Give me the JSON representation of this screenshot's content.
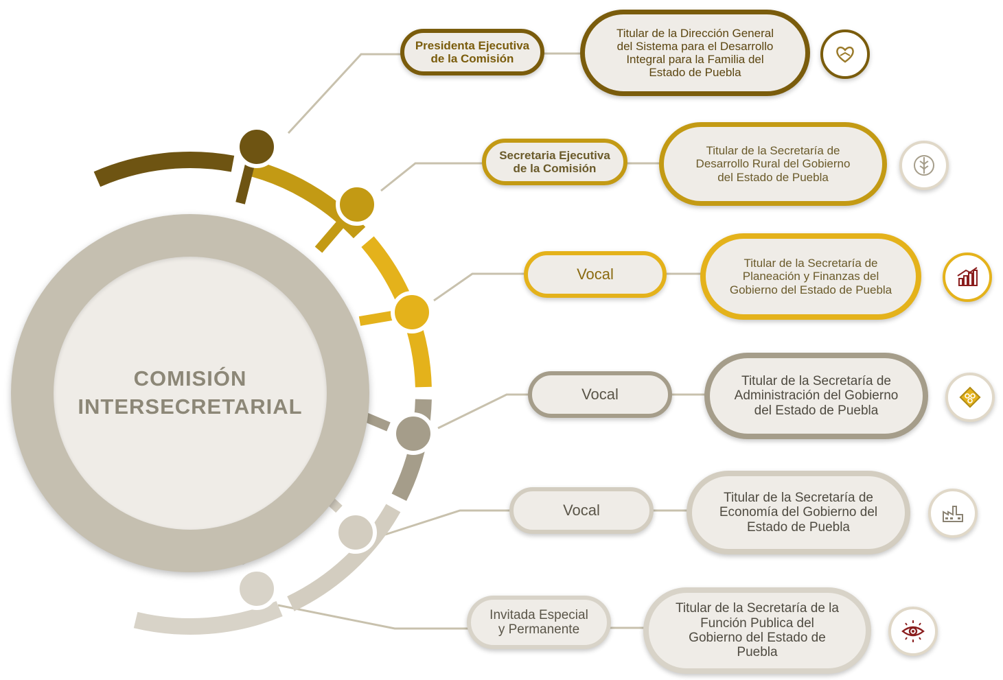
{
  "center": {
    "line1": "COMISIÓN",
    "line2": "INTERSECRETARIAL"
  },
  "members": [
    {
      "role_lines": [
        "Presidenta Ejecutiva",
        "de la Comisión"
      ],
      "titular_lines": [
        "Titular de la Dirección General",
        "del Sistema para el Desarrollo",
        "Integral para la Familia del",
        "Estado de Puebla"
      ],
      "icon": "heart-hands-icon",
      "color": "#7a5c0c"
    },
    {
      "role_lines": [
        "Secretaria Ejecutiva",
        "de la Comisión"
      ],
      "titular_lines": [
        "Titular de la Secretaría de",
        "Desarrollo Rural del Gobierno",
        "del Estado de Puebla"
      ],
      "icon": "wheat-icon",
      "color": "#c39a14"
    },
    {
      "role_lines": [
        "Vocal"
      ],
      "titular_lines": [
        "Titular de la Secretaría de",
        "Planeación y Finanzas del",
        "Gobierno del Estado de Puebla"
      ],
      "icon": "growth-chart-icon",
      "color": "#e4b21b"
    },
    {
      "role_lines": [
        "Vocal"
      ],
      "titular_lines": [
        "Titular de la Secretaría de",
        "Administración del Gobierno",
        "del Estado de Puebla"
      ],
      "icon": "admin-gears-icon",
      "color": "#a59d8a"
    },
    {
      "role_lines": [
        "Vocal"
      ],
      "titular_lines": [
        "Titular de la Secretaría de",
        "Economía del Gobierno del",
        "Estado de Puebla"
      ],
      "icon": "factory-icon",
      "color": "#d3cdc0"
    },
    {
      "role_lines": [
        "Invitada Especial",
        "y Permanente"
      ],
      "titular_lines": [
        "Titular de la Secretaría de la",
        "Función Publica del",
        "Gobierno del Estado de",
        "Puebla"
      ],
      "icon": "eye-icon",
      "color": "#d8d3c8"
    }
  ]
}
